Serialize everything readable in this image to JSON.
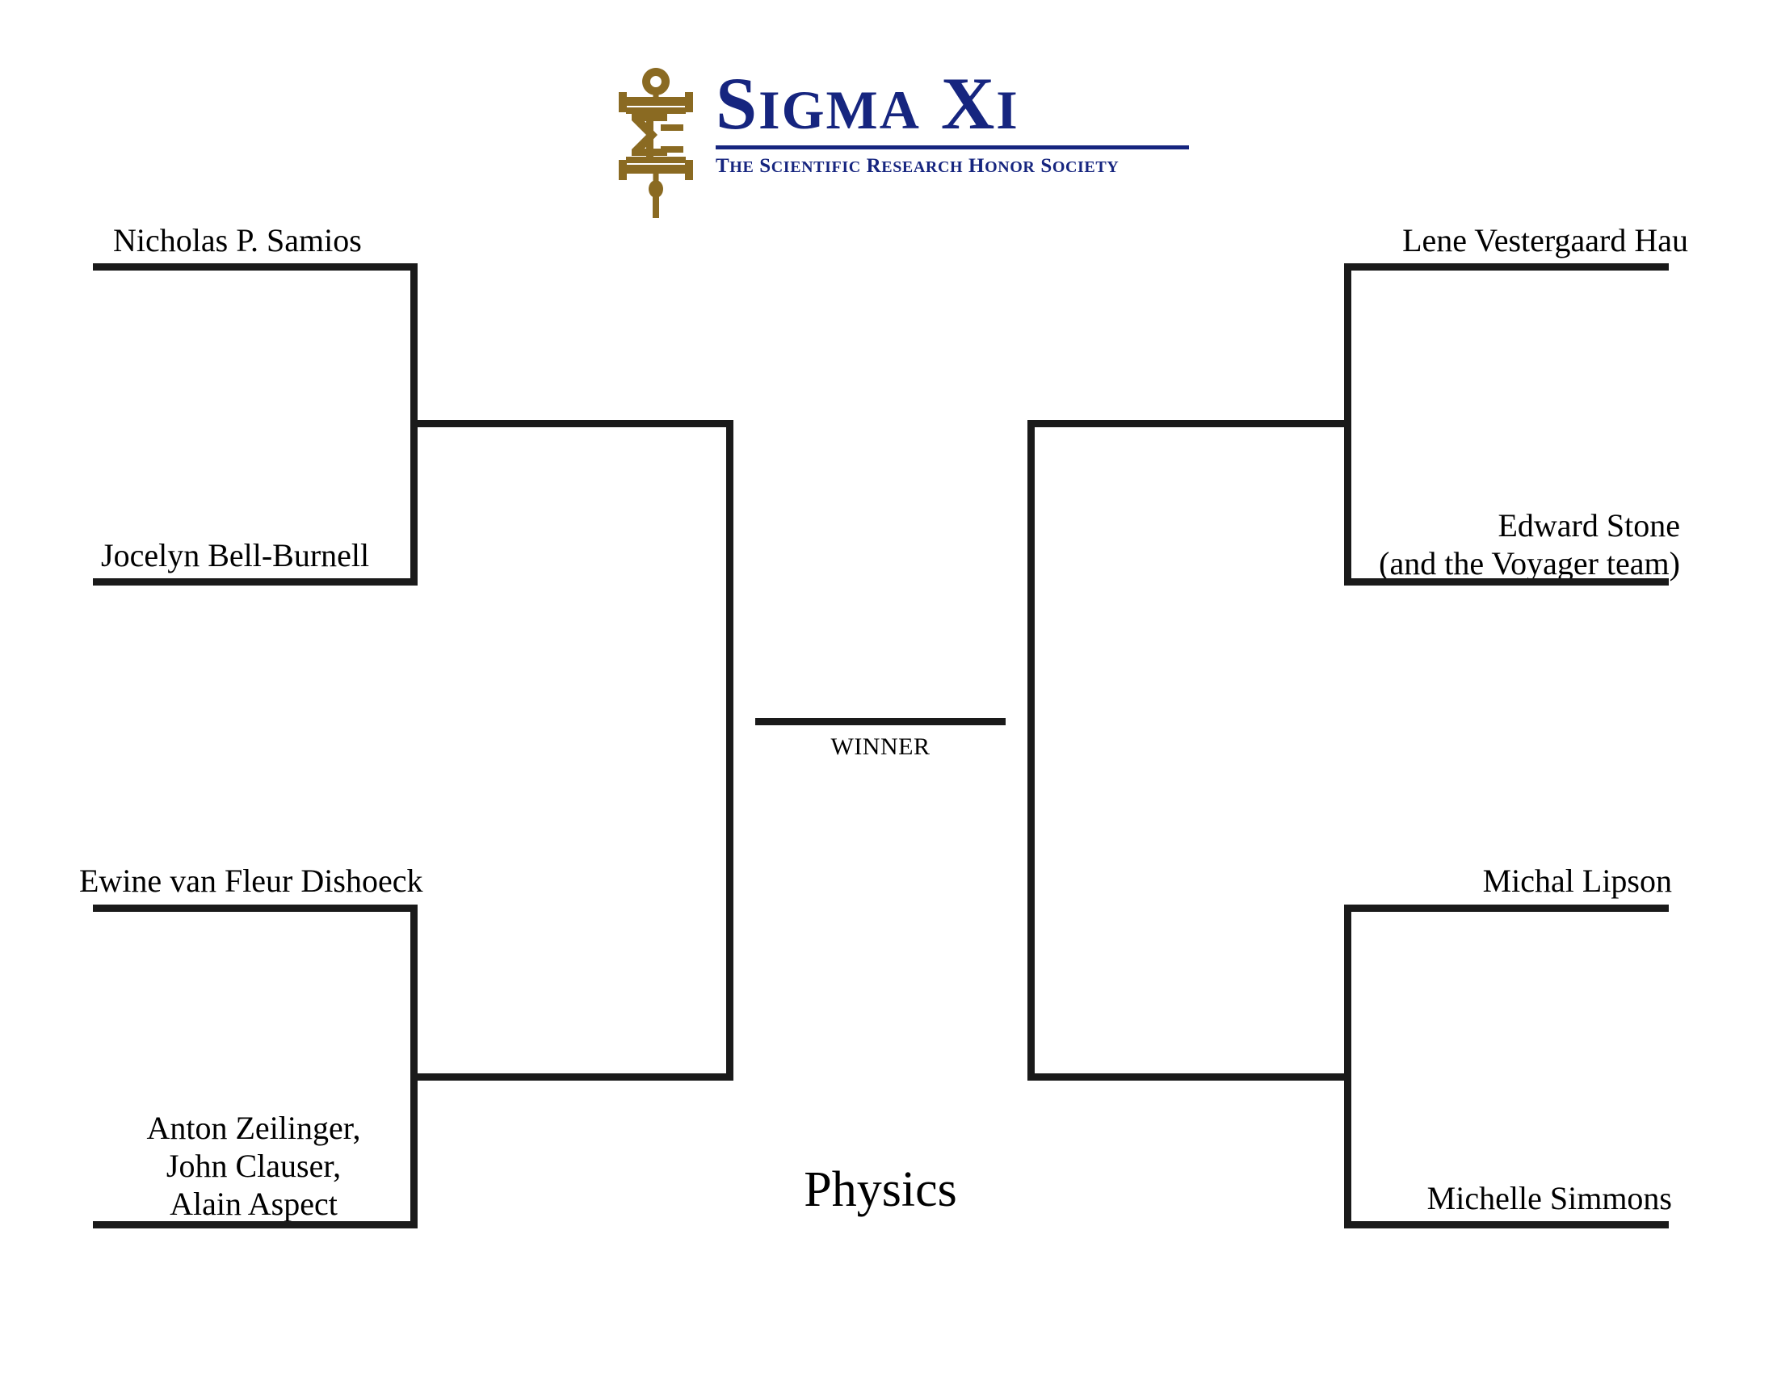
{
  "page": {
    "background": "#ffffff",
    "line_color": "#1a1a1a",
    "category_title": "Physics"
  },
  "logo": {
    "emblem_name": "sigma-xi-scroll-emblem",
    "emblem_color": "#8a6a22",
    "brand_color": "#16257f",
    "wordmark_parts": {
      "s": "S",
      "igma": "IGMA",
      "x": "X",
      "i": "I"
    },
    "wordmark_plain": "SIGMA XI",
    "tagline_parts": {
      "t": "T",
      "he": "HE",
      "s": "S",
      "cientific": "CIENTIFIC",
      "r": "R",
      "esearch": "ESEARCH",
      "h": "H",
      "onor": "ONOR",
      "so": "S",
      "ciety": "OCIETY"
    },
    "tagline_plain": "THE SCIENTIFIC RESEARCH HONOR SOCIETY"
  },
  "bracket": {
    "winner_label": "WINNER",
    "left": {
      "round1": [
        {
          "id": "left-r1-slot1",
          "name": "Nicholas P. Samios"
        },
        {
          "id": "left-r1-slot2",
          "name": "Jocelyn Bell-Burnell"
        },
        {
          "id": "left-r1-slot3",
          "name": "Ewine van Fleur Dishoeck"
        },
        {
          "id": "left-r1-slot4",
          "name": "Anton Zeilinger,\nJohn Clauser,\nAlain Aspect"
        }
      ],
      "semifinal": [
        {
          "id": "left-sf-slot1",
          "name": ""
        },
        {
          "id": "left-sf-slot2",
          "name": ""
        }
      ]
    },
    "right": {
      "round1": [
        {
          "id": "right-r1-slot1",
          "name": "Lene Vestergaard Hau"
        },
        {
          "id": "right-r1-slot2",
          "name": "Edward Stone\n(and the Voyager team)"
        },
        {
          "id": "right-r1-slot3",
          "name": "Michal Lipson"
        },
        {
          "id": "right-r1-slot4",
          "name": "Michelle Simmons"
        }
      ],
      "semifinal": [
        {
          "id": "right-sf-slot1",
          "name": ""
        },
        {
          "id": "right-sf-slot2",
          "name": ""
        }
      ]
    },
    "final": {
      "id": "final-slot",
      "name": ""
    }
  }
}
